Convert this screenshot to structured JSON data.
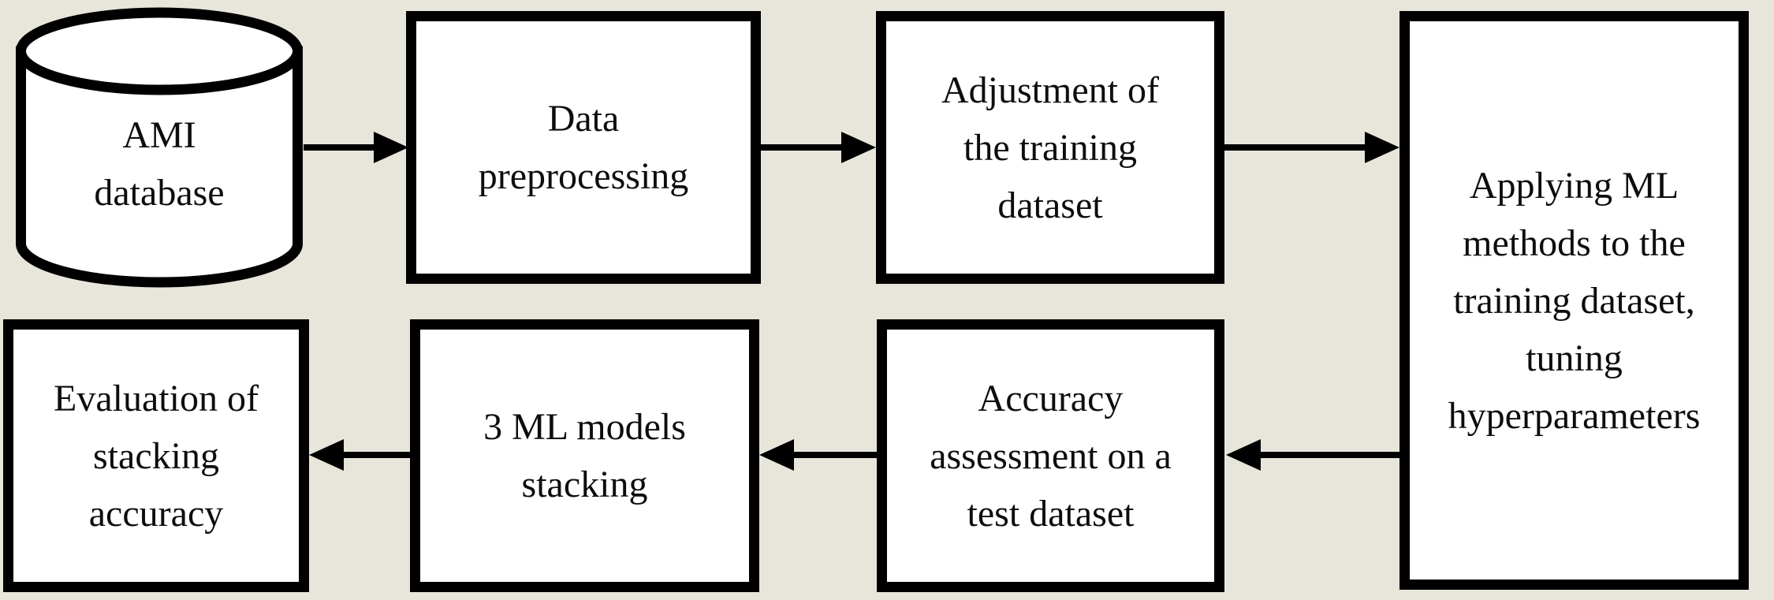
{
  "diagram": {
    "title": "AMI machine-learning pipeline flowchart",
    "colors": {
      "background": "#e8e5db",
      "node_fill": "#ffffff",
      "line": "#000000",
      "text": "#0d0d0d"
    },
    "nodes": {
      "database": {
        "shape": "cylinder",
        "label": "AMI\ndatabase"
      },
      "preprocessing": {
        "shape": "rectangle",
        "label": "Data\npreprocessing"
      },
      "adjustment": {
        "shape": "rectangle",
        "label": "Adjustment of\nthe training\ndataset"
      },
      "applying": {
        "shape": "rectangle",
        "label": "Applying ML\nmethods to the\ntraining dataset,\ntuning\nhyperparameters"
      },
      "assessment": {
        "shape": "rectangle",
        "label": "Accuracy\nassessment on a\ntest dataset"
      },
      "stacking": {
        "shape": "rectangle",
        "label": "3 ML models\nstacking"
      },
      "evaluation": {
        "shape": "rectangle",
        "label": "Evaluation of\nstacking\naccuracy"
      }
    },
    "edges": [
      {
        "from": "database",
        "to": "preprocessing",
        "direction": "right"
      },
      {
        "from": "preprocessing",
        "to": "adjustment",
        "direction": "right"
      },
      {
        "from": "adjustment",
        "to": "applying",
        "direction": "right"
      },
      {
        "from": "applying",
        "to": "assessment",
        "direction": "left"
      },
      {
        "from": "assessment",
        "to": "stacking",
        "direction": "left"
      },
      {
        "from": "stacking",
        "to": "evaluation",
        "direction": "left"
      }
    ]
  }
}
